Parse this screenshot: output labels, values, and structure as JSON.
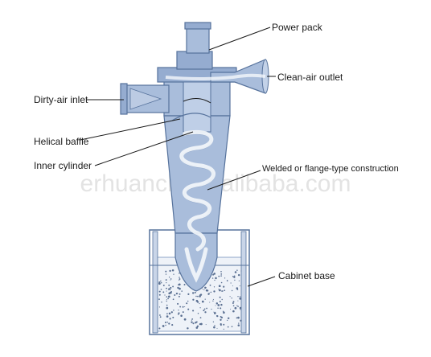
{
  "labels": {
    "power_pack": "Power pack",
    "clean_air_outlet": "Clean-air outlet",
    "dirty_air_inlet": "Dirty-air inlet",
    "helical_baffle": "Helical baffle",
    "inner_cylinder": "Inner cylinder",
    "welded_construction": "Welded or flange-type construction",
    "cabinet_base": "Cabinet base"
  },
  "watermark": "erhuanch.en.alibaba.com",
  "colors": {
    "body": "#a9bddb",
    "outline": "#56729c",
    "swirl": "#f4f7fb",
    "text": "#1a1a1a"
  }
}
